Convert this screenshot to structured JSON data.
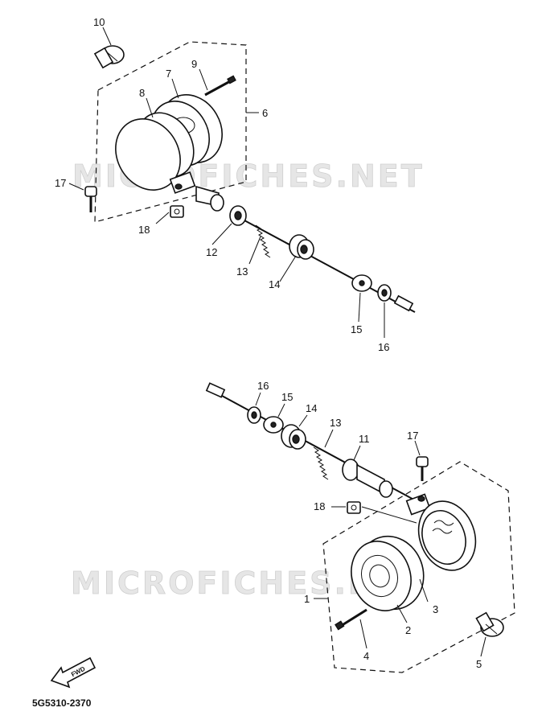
{
  "watermark": "MICROFICHES.NET",
  "diagram_code": "5G5310-2370",
  "fwd_label": "FWD",
  "callouts_upper": [
    "10",
    "9",
    "7",
    "8",
    "6",
    "17",
    "18",
    "12",
    "13",
    "14",
    "15",
    "16"
  ],
  "callouts_lower": [
    "16",
    "15",
    "14",
    "13",
    "11",
    "17",
    "18",
    "1",
    "2",
    "3",
    "4",
    "5"
  ],
  "colors": {
    "ink": "#111111",
    "paper": "#ffffff",
    "watermark": "#e6e6e6"
  }
}
